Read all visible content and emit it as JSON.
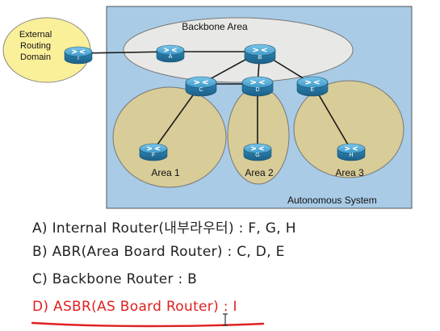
{
  "diagram": {
    "external_domain_label": [
      "External",
      "Routing",
      "Domain"
    ],
    "autonomous_system_label": "Autonomous System",
    "backbone_label": "Backbone Area",
    "areas": [
      {
        "id": "area1",
        "label": "Area 1"
      },
      {
        "id": "area2",
        "label": "Area 2"
      },
      {
        "id": "area3",
        "label": "Area 3"
      }
    ],
    "routers": [
      {
        "id": "I",
        "label": "I"
      },
      {
        "id": "A",
        "label": "A"
      },
      {
        "id": "B",
        "label": "B"
      },
      {
        "id": "C",
        "label": "C"
      },
      {
        "id": "D",
        "label": "D"
      },
      {
        "id": "E",
        "label": "E"
      },
      {
        "id": "F",
        "label": "F"
      },
      {
        "id": "G",
        "label": "G"
      },
      {
        "id": "H",
        "label": "H"
      }
    ],
    "links": [
      [
        "I",
        "A"
      ],
      [
        "A",
        "B"
      ],
      [
        "B",
        "C"
      ],
      [
        "B",
        "D"
      ],
      [
        "B",
        "E"
      ],
      [
        "C",
        "D"
      ],
      [
        "C",
        "F"
      ],
      [
        "D",
        "G"
      ],
      [
        "E",
        "H"
      ]
    ],
    "colors": {
      "external_fill": "#fbf09a",
      "as_fill": "#a9cbe6",
      "backbone_fill": "#e8e8e6",
      "area_fill": "#d8cc98",
      "router_body": "#2f8ab8",
      "router_top": "#5fb5df",
      "highlight_text": "#e02020"
    }
  },
  "answers": [
    {
      "text": "A) Internal Router(내부라우터) : F, G, H",
      "highlight": false
    },
    {
      "text": "B) ABR(Area Board Router) : C, D, E",
      "highlight": false
    },
    {
      "text": "C) Backbone Router : B",
      "highlight": false
    },
    {
      "text": "D) ASBR(AS Board Router) : I",
      "highlight": true
    }
  ]
}
